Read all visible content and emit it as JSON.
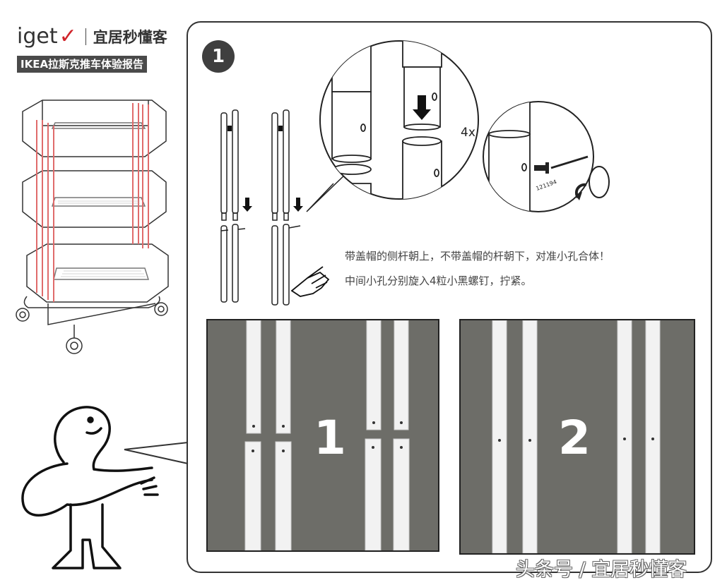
{
  "brand": {
    "logo_text": "iget",
    "logo_check": "✓",
    "name": "宜居秒懂客",
    "report_tag": "IKEA拉斯克推车体验报告"
  },
  "step": {
    "number": "1",
    "screw_count": "4x",
    "part_code": "121194"
  },
  "instructions": [
    "带盖帽的侧杆朝上，不带盖帽的杆朝下，对准小孔合体！",
    "中间小孔分别旋入4粒小黑螺钉，拧紧。"
  ],
  "photos": [
    {
      "label": "1"
    },
    {
      "label": "2"
    }
  ],
  "watermark": "头条号 / 宜居秒懂客",
  "colors": {
    "accent_red": "#d0242a",
    "dark_gray": "#3f3f3f",
    "photo_bg": "#6d6d68",
    "cart_red": "#e06b6b"
  },
  "icons": {
    "cart": "trolley-cart-illustration",
    "mascot": "ikea-figure-illustration",
    "hand": "pointing-hand-icon",
    "screwdriver": "screwdriver-icon"
  }
}
